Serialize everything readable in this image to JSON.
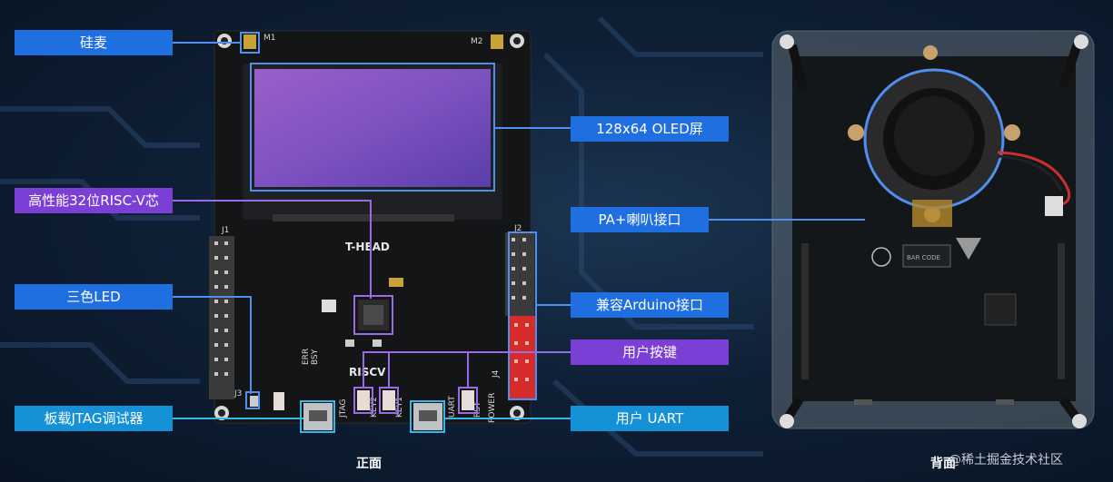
{
  "labels": {
    "mic": "硅麦",
    "oled": "128x64 OLED屏",
    "cpu": "高性能32位RISC-V芯",
    "speaker": "PA+喇叭接口",
    "led": "三色LED",
    "arduino": "兼容Arduino接口",
    "keys": "用户按键",
    "jtag": "板载JTAG调试器",
    "uart": "用户 UART"
  },
  "captions": {
    "front": "正面",
    "back": "背面"
  },
  "watermark": "@稀土掘金技术社区",
  "board_text": {
    "thead": "T-HEAD",
    "riscv": "RISCV",
    "m1": "M1",
    "m2": "M2",
    "j1": "J1",
    "j2": "J2",
    "j3": "J3",
    "j4": "J4",
    "err": "ERR",
    "bsy": "BSY",
    "jtag": "JTAG",
    "key2": "KEY2",
    "key1": "KEY1",
    "uart": "UART",
    "rst": "RST",
    "power": "POWER",
    "bar_code": "BAR  CODE"
  },
  "colors": {
    "blue_label": "#1f6fe0",
    "cyan_label": "#1591d8",
    "purple_label": "#7b3fd6",
    "line_blue": "#4f8ff0",
    "line_cyan": "#38b6e8",
    "line_purple": "#9b6ae8"
  }
}
